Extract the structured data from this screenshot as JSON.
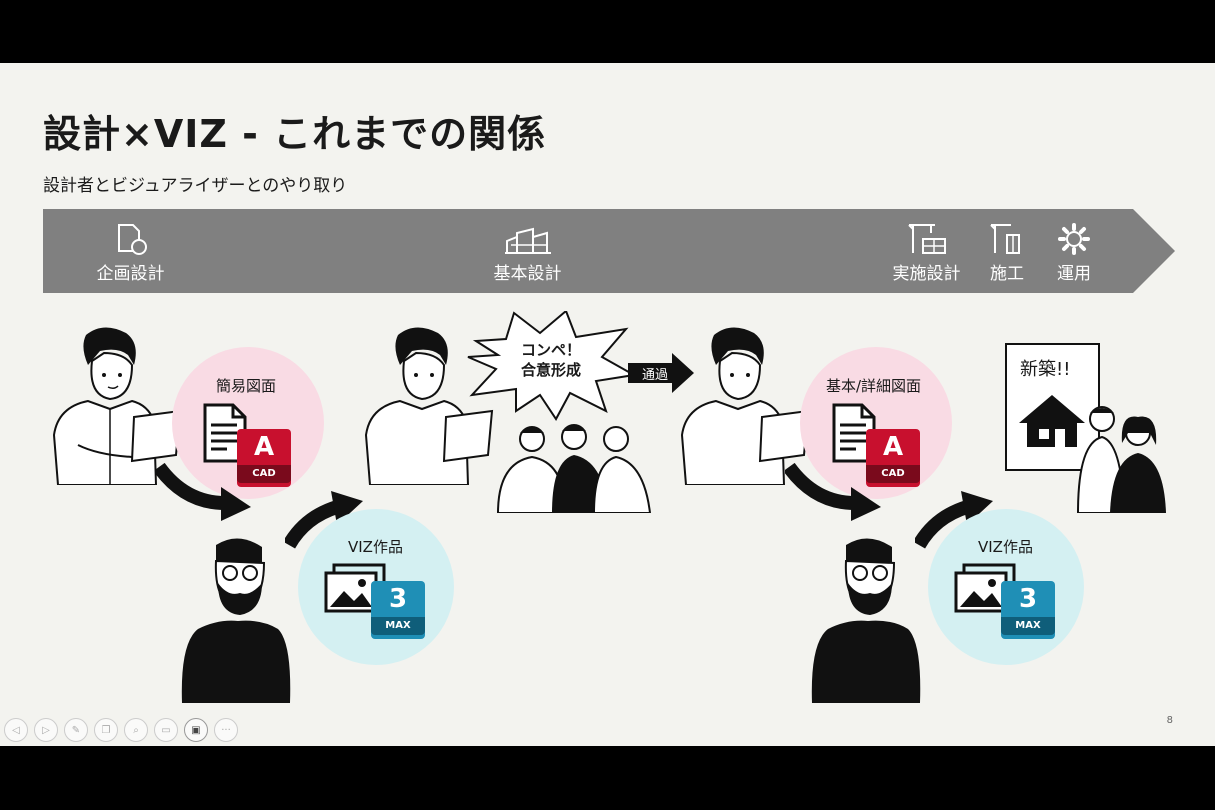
{
  "slide": {
    "title": "設計×VIZ - これまでの関係",
    "subtitle": "設計者とビジュアライザーとのやり取り",
    "page_number": "8"
  },
  "phases": [
    {
      "label": "企画設計",
      "icon": "document-shape-icon"
    },
    {
      "label": "基本設計",
      "icon": "building-icon"
    },
    {
      "label": "実施設計",
      "icon": "crane-icon"
    },
    {
      "label": "施工",
      "icon": "construction-icon"
    },
    {
      "label": "運用",
      "icon": "gear-icon"
    }
  ],
  "flow1": {
    "drawing_label": "簡易図面",
    "cad_badge_letter": "A",
    "cad_badge_text": "CAD",
    "viz_label": "VIZ作品",
    "max_badge_number": "3",
    "max_badge_text": "MAX"
  },
  "competition": {
    "burst_text": "コンペ！\n合意形成",
    "pass_label": "通過"
  },
  "flow2": {
    "drawing_label": "基本/詳細図面",
    "cad_badge_letter": "A",
    "cad_badge_text": "CAD",
    "viz_label": "VIZ作品",
    "max_badge_number": "3",
    "max_badge_text": "MAX"
  },
  "newbuild": {
    "label": "新築!!"
  },
  "colors": {
    "banner": "#808080",
    "cad_red": "#c8102e",
    "max_blue": "#1f8fb6",
    "pink_circle": "#f9dbe4",
    "cyan_circle": "#d4f0f2"
  },
  "toolbar": [
    "prev-icon",
    "next-icon",
    "pen-icon",
    "copy-icon",
    "zoom-icon",
    "subtitle-icon",
    "camera-icon",
    "more-icon"
  ]
}
